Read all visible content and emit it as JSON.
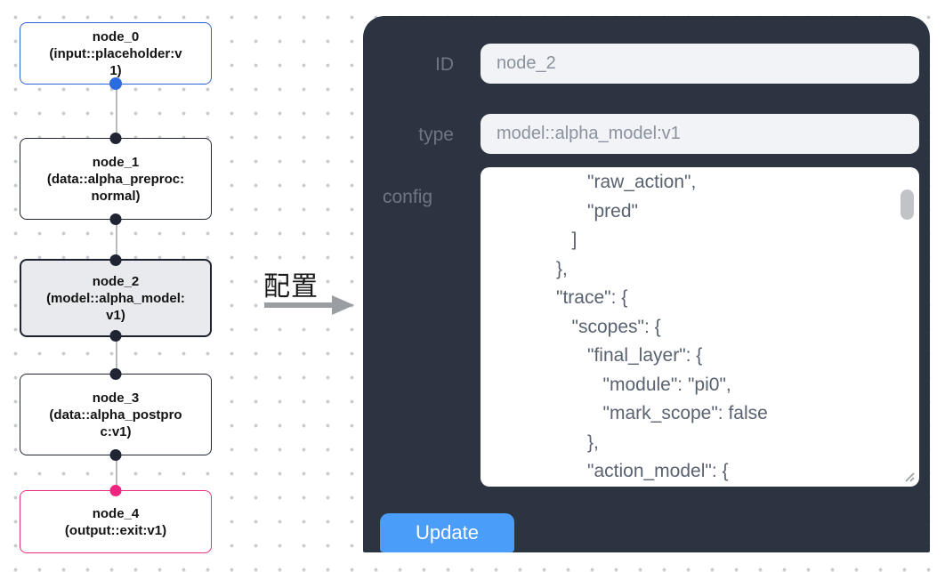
{
  "canvas": {
    "nodes": [
      {
        "id": "node_0",
        "type_label": "(input::placeholder:v1)",
        "variant": "input"
      },
      {
        "id": "node_1",
        "type_label": "(data::alpha_preproc:normal)",
        "variant": "default"
      },
      {
        "id": "node_2",
        "type_label": "(model::alpha_model:v1)",
        "variant": "selected"
      },
      {
        "id": "node_3",
        "type_label": "(data::alpha_postproc:v1)",
        "variant": "default"
      },
      {
        "id": "node_4",
        "type_label": "(output::exit:v1)",
        "variant": "output"
      }
    ]
  },
  "transfer": {
    "label": "配置"
  },
  "panel": {
    "fields": [
      {
        "label": "ID",
        "value": "node_2"
      },
      {
        "label": "type",
        "value": "model::alpha_model:v1"
      }
    ],
    "config": {
      "label": "config",
      "text": "            \"raw_action\",\n            \"pred\"\n         ]\n      },\n      \"trace\": {\n         \"scopes\": {\n            \"final_layer\": {\n               \"module\": \"pi0\",\n               \"mark_scope\": false\n            },\n            \"action_model\": {"
    },
    "update_label": "Update"
  },
  "colors": {
    "panel_bg": "#2c3442",
    "button_blue": "#4a9ef9",
    "input_node_accent": "#2f62d9",
    "output_node_accent": "#ee2d7d",
    "default_node_border": "#202632",
    "selected_node_bg": "#e9eaed",
    "field_bg": "#f1f3f7",
    "edge_gray": "#b7b9be",
    "dot_grid": "#c9cacd"
  }
}
